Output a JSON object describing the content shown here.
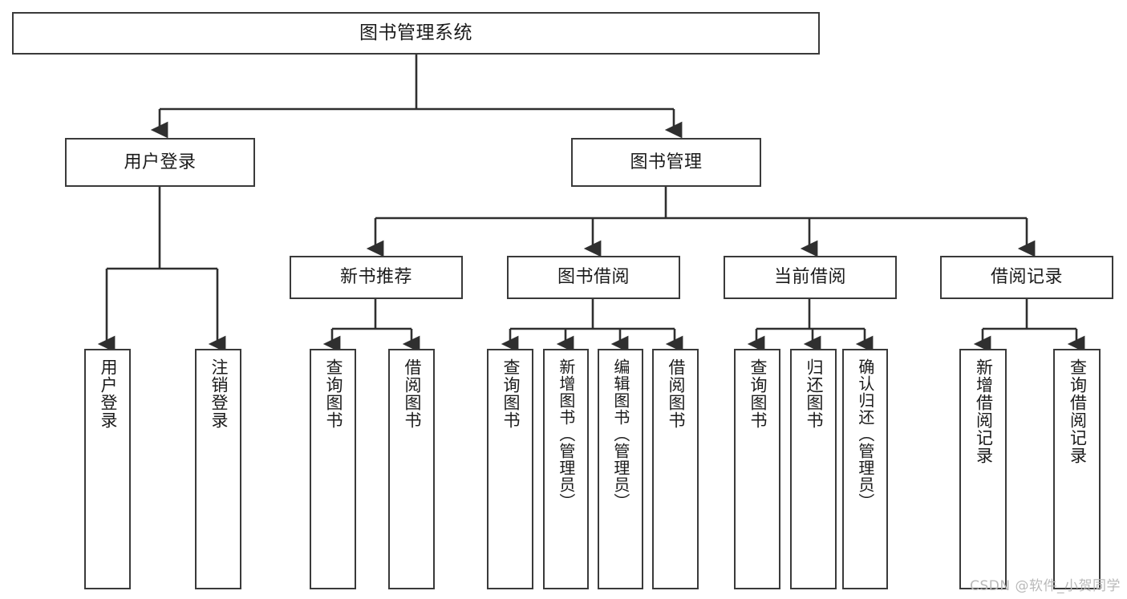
{
  "diagram": {
    "title": "图书管理系统",
    "type": "tree-hierarchy-chart",
    "watermark": "CSDN @软件_小贺同学",
    "colors": {
      "node_border": "#3a3a3a",
      "node_fill": "#ffffff",
      "edge": "#2f2f2f",
      "text": "#1b1b1b",
      "watermark": "#b9b9b9"
    },
    "root": {
      "label": "图书管理系统"
    },
    "level1": [
      {
        "label": "用户登录"
      },
      {
        "label": "图书管理"
      }
    ],
    "level2": [
      {
        "label": "新书推荐"
      },
      {
        "label": "图书借阅"
      },
      {
        "label": "当前借阅"
      },
      {
        "label": "借阅记录"
      }
    ],
    "leaves": {
      "user_login": [
        {
          "label": "用户登录"
        },
        {
          "label": "注销登录"
        }
      ],
      "new_book_recommend": [
        {
          "label": "查询图书"
        },
        {
          "label": "借阅图书"
        }
      ],
      "book_borrow": [
        {
          "label": "查询图书"
        },
        {
          "label": "新增图书（管理员）"
        },
        {
          "label": "编辑图书（管理员）"
        },
        {
          "label": "借阅图书"
        }
      ],
      "current_borrow": [
        {
          "label": "查询图书"
        },
        {
          "label": "归还图书"
        },
        {
          "label": "确认归还（管理员）"
        }
      ],
      "borrow_record": [
        {
          "label": "新增借阅记录"
        },
        {
          "label": "查询借阅记录"
        }
      ]
    }
  }
}
